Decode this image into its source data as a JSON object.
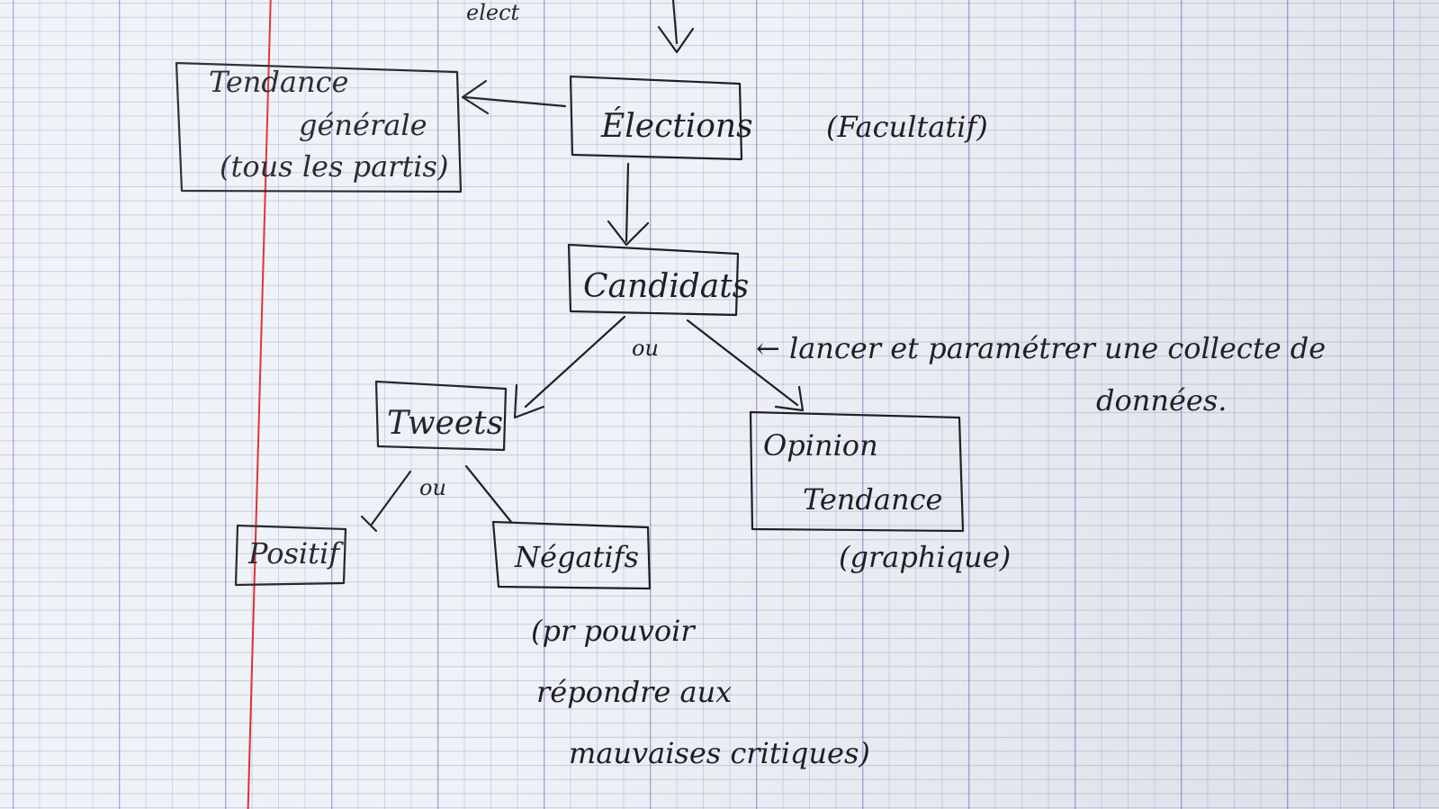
{
  "nodes": {
    "elect_fragment": "elect",
    "tendance_generale_l1": "Tendance",
    "tendance_generale_l2": "générale",
    "tendance_generale_l3": "(tous les partis)",
    "elections": "Élections",
    "facultatif": "(Facultatif)",
    "candidats": "Candidats",
    "ou_candidats": "ou",
    "lancer_l1": "← lancer et paramétrer une collecte de",
    "lancer_l2": "données.",
    "tweets": "Tweets",
    "opinion_l1": "Opinion",
    "opinion_l2": "Tendance",
    "graphique": "(graphique)",
    "ou_tweets": "ou",
    "positif": "Positif",
    "negatifs": "Négatifs",
    "note_l1": "(pr pouvoir",
    "note_l2": "répondre aux",
    "note_l3": "mauvaises critiques)"
  },
  "colors": {
    "ink": "#1e1e24",
    "margin_line": "#e0262c",
    "grid_major": "#7850b4",
    "grid_minor": "#6e8cc8"
  }
}
